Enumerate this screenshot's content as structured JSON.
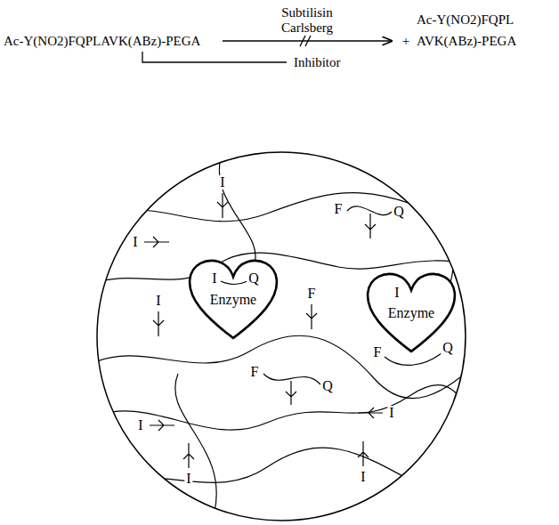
{
  "diagram": {
    "nodes": [
      {
        "text": [
          "Enzyme"
        ]
      },
      {
        "text": [
          "Enzyme"
        ]
      }
    ],
    "labels": [
      "Subtilisin Carlsberg",
      "Ac-Y(NO2)FQPLAVK(ABz)-PEGA",
      "Ac-Y(NO2)FQPL",
      "+",
      "AVK(ABz)-PEGA",
      "Inhibitor",
      "I",
      "F",
      "Q",
      "I",
      "I",
      "I",
      "Q",
      "F",
      "I",
      "Q",
      "F",
      "F",
      "Q",
      "I",
      "I",
      "I",
      "I"
    ]
  }
}
